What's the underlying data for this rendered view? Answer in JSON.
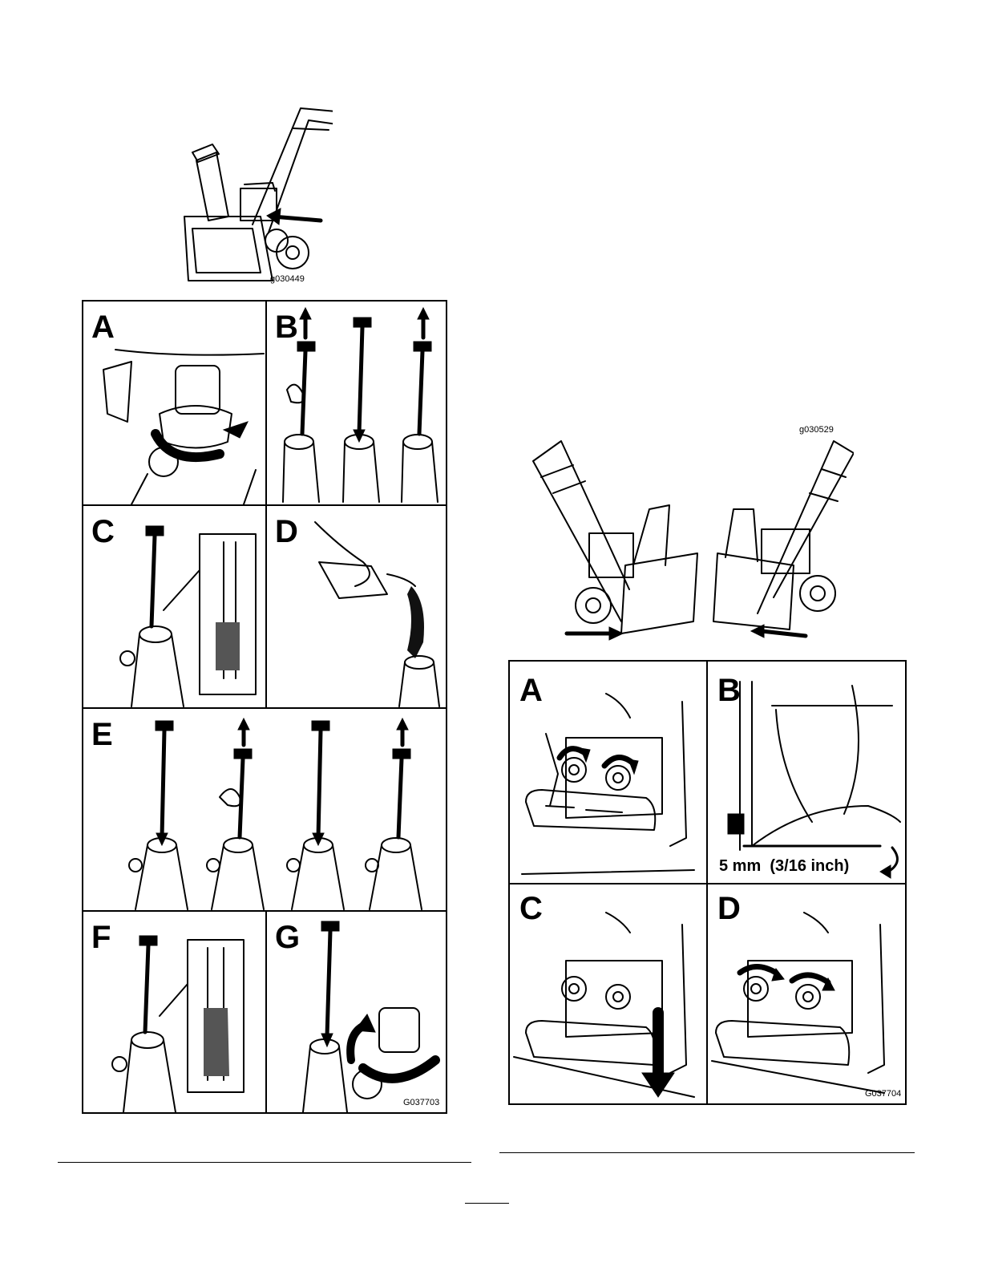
{
  "figure_top": {
    "code": "g030449",
    "icon": "snowblower-illustration"
  },
  "figure_oil": {
    "code": "G037703",
    "panels": [
      "A",
      "B",
      "C",
      "D",
      "E",
      "F",
      "G"
    ]
  },
  "figure_skid": {
    "code": "g030529",
    "icon": "snowblower-pair-illustration"
  },
  "figure_shoe": {
    "code": "G037704",
    "panels": [
      "A",
      "B",
      "C",
      "D"
    ],
    "measurement": "5 mm  (3/16 inch)"
  }
}
